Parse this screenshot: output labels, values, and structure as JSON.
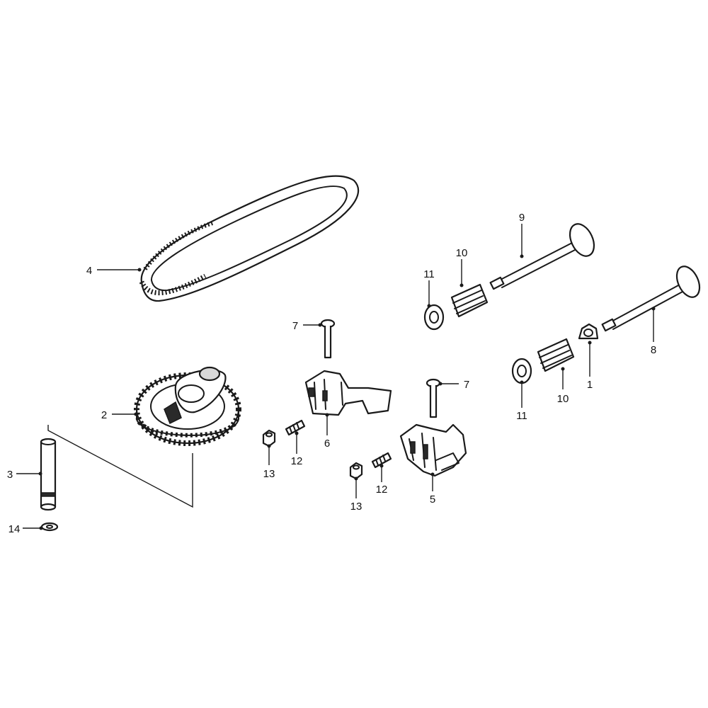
{
  "colors": {
    "ink": "#1a1a1a",
    "paper": "#ffffff",
    "shade": "#d9d9d9"
  },
  "callouts": [
    {
      "id": "c4",
      "text": "4"
    },
    {
      "id": "c9",
      "text": "9"
    },
    {
      "id": "c10a",
      "text": "10"
    },
    {
      "id": "c11a",
      "text": "11"
    },
    {
      "id": "c7a",
      "text": "7"
    },
    {
      "id": "c8",
      "text": "8"
    },
    {
      "id": "c7b",
      "text": "7"
    },
    {
      "id": "c1",
      "text": "1"
    },
    {
      "id": "c10b",
      "text": "10"
    },
    {
      "id": "c11b",
      "text": "11"
    },
    {
      "id": "c2",
      "text": "2"
    },
    {
      "id": "c3",
      "text": "3"
    },
    {
      "id": "c6",
      "text": "6"
    },
    {
      "id": "c12a",
      "text": "12"
    },
    {
      "id": "c13a",
      "text": "13"
    },
    {
      "id": "c12b",
      "text": "12"
    },
    {
      "id": "c13b",
      "text": "13"
    },
    {
      "id": "c5",
      "text": "5"
    },
    {
      "id": "c14",
      "text": "14"
    }
  ]
}
